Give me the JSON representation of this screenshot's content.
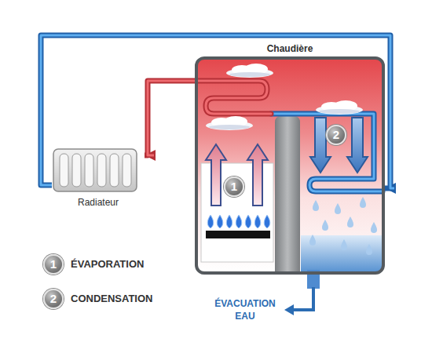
{
  "diagram": {
    "nodes": [
      {
        "text": [
          "Chaudière"
        ]
      },
      {
        "text": [
          "Radiateur"
        ]
      }
    ],
    "edges": [
      {
        "from": 0,
        "to": 1,
        "arrow": "to"
      },
      {
        "from": 1,
        "to": 0,
        "arrow": "to"
      }
    ],
    "labels": [
      "1",
      "2",
      "1",
      "2",
      "ÉVACUATION EAU"
    ],
    "legend": [
      {
        "text": "ÉVAPORATION"
      },
      {
        "text": "CONDENSATION"
      }
    ]
  }
}
